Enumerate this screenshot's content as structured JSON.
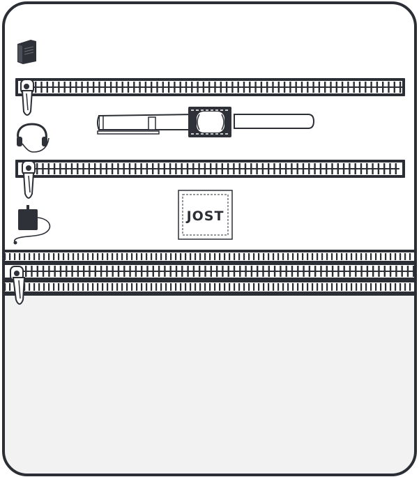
{
  "diagram": {
    "brand_label": {
      "text": "JOST"
    },
    "colors": {
      "outline": "#2b2f35",
      "background": "#ffffff",
      "pocket_fill": "#f2f2f2",
      "item_fill": "#2e3238",
      "light_fill": "#ffffff"
    },
    "compartments": [
      {
        "name": "top-pocket",
        "items": [
          "book-icon",
          "earphones-icon"
        ]
      },
      {
        "name": "middle-pocket",
        "items": [
          "charger-icon",
          "brand-label"
        ]
      },
      {
        "name": "bottom-pocket",
        "items": []
      }
    ],
    "zippers": [
      {
        "name": "upper-zipper",
        "icon": "zipper-pull-icon"
      },
      {
        "name": "middle-zipper",
        "icon": "zipper-pull-icon"
      },
      {
        "name": "lower-zipper",
        "icon": "zipper-pull-icon"
      }
    ],
    "pen_holder": {
      "icon": "pen-icon"
    }
  }
}
